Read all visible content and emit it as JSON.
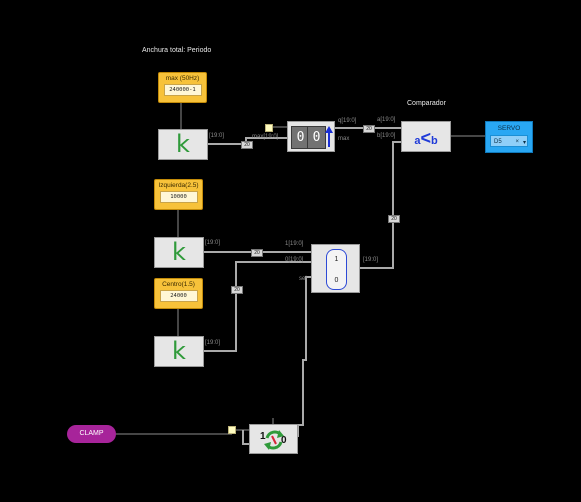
{
  "title": "Anchura total: Periodo",
  "comparator_title": "Comparador",
  "params": {
    "max": {
      "title": "max (50Hz)",
      "value": "240000-1"
    },
    "izq": {
      "title": "Izquierda(2.5)",
      "value": "10000"
    },
    "centro": {
      "title": "Centro(1.5)",
      "value": "24000"
    }
  },
  "constant_glyph": "k",
  "ports": {
    "k1_out": "[19:0]",
    "k2_out": "[19:0]",
    "k3_out": "[19:0]",
    "counter_max_in": "max[19:0]",
    "counter_q": "q[19:0]",
    "counter_max": "max",
    "cmp_a": "a[19:0]",
    "cmp_b": "b[19:0]",
    "mux_in1": "1[19:0]",
    "mux_in0": "0[19:0]",
    "mux_sel": "sel",
    "mux_out": "[19:0]"
  },
  "bus_widths": {
    "w1": "20",
    "w2": "20",
    "w3": "20",
    "w4": "20",
    "w5": "20"
  },
  "counter": {
    "digit1": "0",
    "digit2": "0"
  },
  "comparator": {
    "a": "a",
    "op": "<",
    "b": "b"
  },
  "mux": {
    "in1": "1",
    "in0": "0"
  },
  "toggle": {
    "left": "1",
    "right": "0"
  },
  "servo": {
    "title": "SERVO",
    "pin": "D5",
    "clear": "×",
    "caret": "▾"
  },
  "clamp": {
    "label": "CLAMP"
  },
  "colors": {
    "background": "#000000",
    "param": "#f7c23a",
    "servo": "#29a7f3",
    "clamp": "#a7249a",
    "constant": "#2f9a3a",
    "wire": "#9a9a9a"
  }
}
